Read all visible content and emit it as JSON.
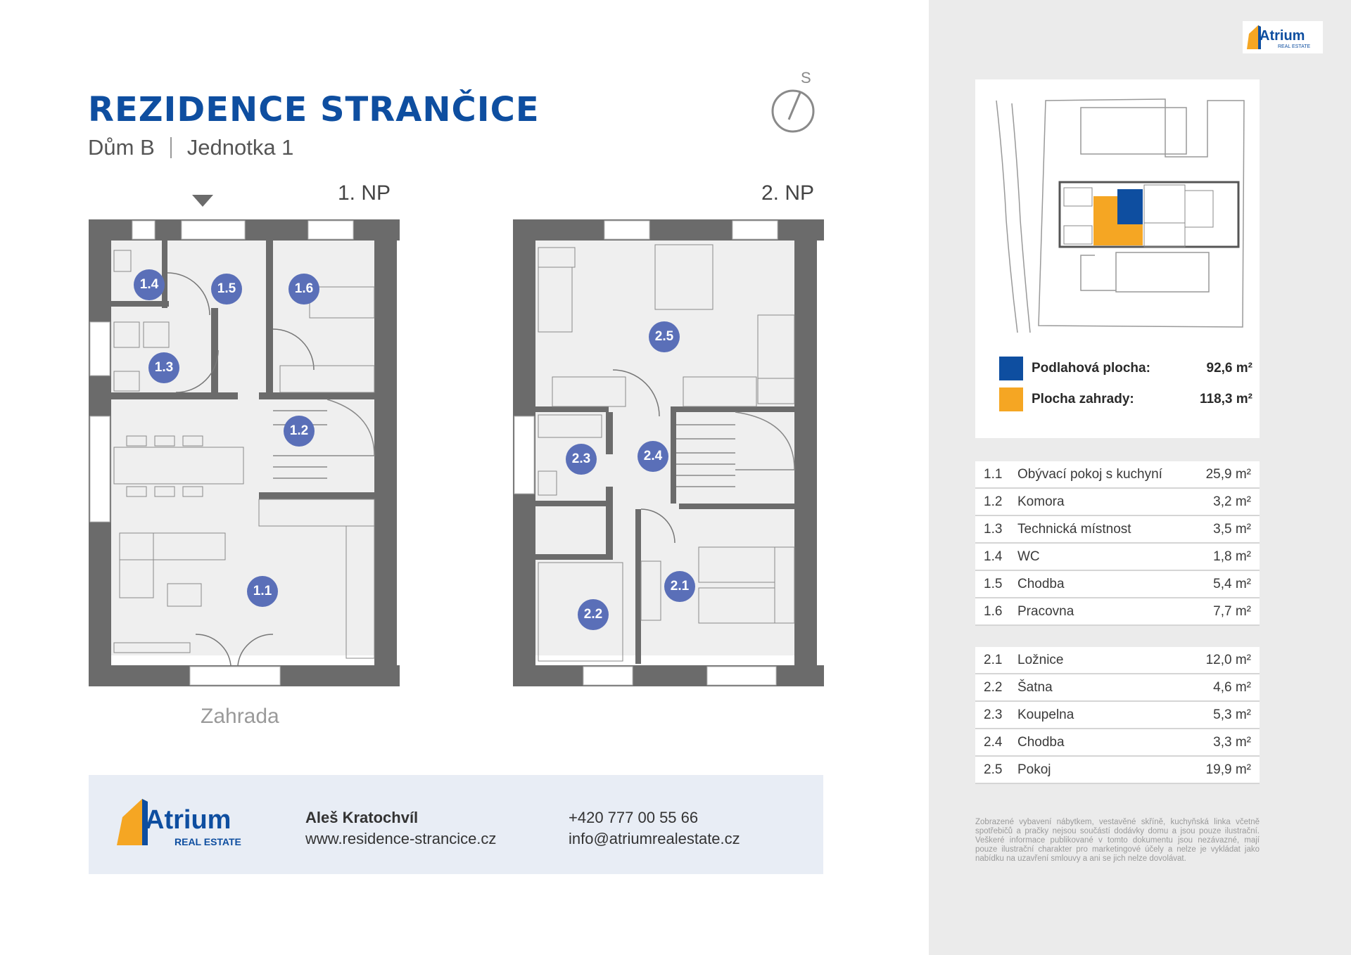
{
  "header": {
    "title": "REZIDENCE STRANČICE",
    "house": "Dům B",
    "unit": "Jednotka 1",
    "compass_letter": "S"
  },
  "floors": {
    "first": {
      "label": "1. NP"
    },
    "second": {
      "label": "2. NP"
    },
    "garden_label": "Zahrada"
  },
  "badges": {
    "b11": "1.1",
    "b12": "1.2",
    "b13": "1.3",
    "b14": "1.4",
    "b15": "1.5",
    "b16": "1.6",
    "b21": "2.1",
    "b22": "2.2",
    "b23": "2.3",
    "b24": "2.4",
    "b25": "2.5"
  },
  "contact": {
    "logo_text": "Atrium",
    "logo_sub": "REAL ESTATE",
    "name": "Aleš Kratochvíl",
    "website": "www.residence-strancice.cz",
    "phone": "+420 777 00 55 66",
    "email": "info@atriumrealestate.cz"
  },
  "legend": {
    "floor_area_label": "Podlahová plocha:",
    "floor_area_value": "92,6 m²",
    "garden_area_label": "Plocha zahrady:",
    "garden_area_value": "118,3 m²"
  },
  "rooms_floor1": [
    {
      "num": "1.1",
      "name": "Obývací pokoj s kuchyní",
      "area": "25,9 m²"
    },
    {
      "num": "1.2",
      "name": "Komora",
      "area": "3,2 m²"
    },
    {
      "num": "1.3",
      "name": "Technická místnost",
      "area": "3,5 m²"
    },
    {
      "num": "1.4",
      "name": "WC",
      "area": "1,8 m²"
    },
    {
      "num": "1.5",
      "name": "Chodba",
      "area": "5,4 m²"
    },
    {
      "num": "1.6",
      "name": "Pracovna",
      "area": "7,7 m²"
    }
  ],
  "rooms_floor2": [
    {
      "num": "2.1",
      "name": "Ložnice",
      "area": "12,0 m²"
    },
    {
      "num": "2.2",
      "name": "Šatna",
      "area": "4,6 m²"
    },
    {
      "num": "2.3",
      "name": "Koupelna",
      "area": "5,3 m²"
    },
    {
      "num": "2.4",
      "name": "Chodba",
      "area": "3,3 m²"
    },
    {
      "num": "2.5",
      "name": "Pokoj",
      "area": "19,9 m²"
    }
  ],
  "disclaimer": "Zobrazené vybavení nábytkem, vestavěné skříně, kuchyňská linka včetně spotřebičů a pračky nejsou součástí dodávky domu a jsou pouze ilustrační. Veškeré informace publikované v tomto dokumentu jsou nezávazné, mají pouze ilustrační charakter pro marketingové účely a nelze je vykládat jako nabídku na uzavření smlouvy a ani se jich nelze dovolávat.",
  "colors": {
    "brand_blue": "#0e4ea0",
    "floor_area": "#0e4ea0",
    "garden_area": "#f5a623",
    "badge": "#5a6fb8",
    "wall": "#6b6b6b",
    "floor_fill": "#efefef"
  }
}
